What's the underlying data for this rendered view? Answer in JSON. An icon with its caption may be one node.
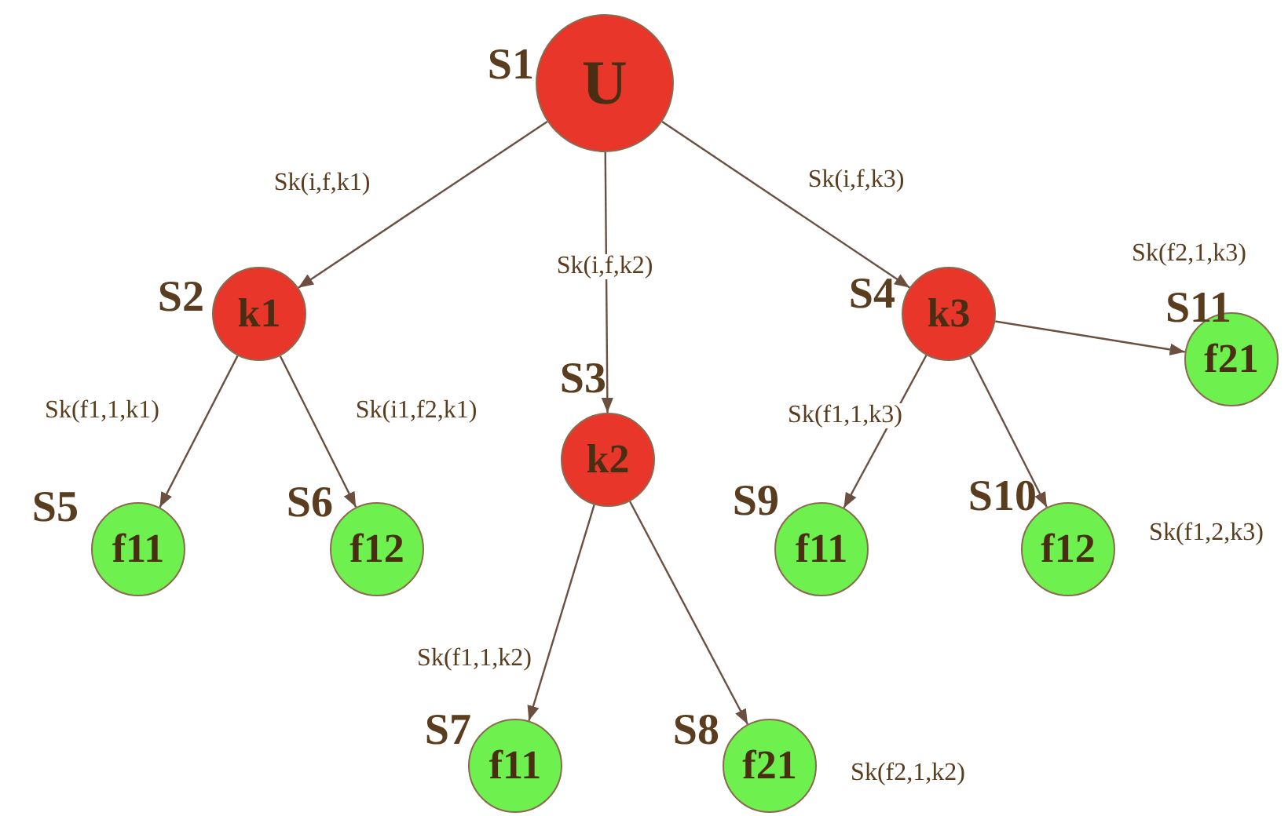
{
  "diagram": {
    "nodes": [
      {
        "text": [
          "U"
        ],
        "beside": [
          "S1"
        ]
      },
      {
        "text": [
          "k1"
        ],
        "beside": [
          "S2"
        ]
      },
      {
        "text": [
          "k2"
        ],
        "beside": [
          "S3"
        ]
      },
      {
        "text": [
          "k3"
        ],
        "beside": [
          "S4"
        ]
      },
      {
        "text": [
          "f11"
        ],
        "beside": [
          "S5"
        ]
      },
      {
        "text": [
          "f12"
        ],
        "beside": [
          "S6"
        ]
      },
      {
        "text": [
          "f11"
        ],
        "beside": [
          "S7"
        ]
      },
      {
        "text": [
          "f21"
        ],
        "beside": [
          "S8"
        ]
      },
      {
        "text": [
          "f11"
        ],
        "beside": [
          "S9"
        ]
      },
      {
        "text": [
          "f12"
        ],
        "beside": [
          "S10"
        ]
      },
      {
        "text": [
          "f21"
        ],
        "beside": [
          "S11"
        ]
      }
    ],
    "edges": [
      {
        "from": 0,
        "to": 1,
        "arrow": "to",
        "label": "Sk(i,f,k1)"
      },
      {
        "from": 0,
        "to": 2,
        "arrow": "to",
        "label": "Sk(i,f,k2)"
      },
      {
        "from": 0,
        "to": 3,
        "arrow": "to",
        "label": "Sk(i,f,k3)"
      },
      {
        "from": 1,
        "to": 4,
        "arrow": "to",
        "label": "Sk(f1,1,k1)"
      },
      {
        "from": 1,
        "to": 5,
        "arrow": "to",
        "label": "Sk(i1,f2,k1)"
      },
      {
        "from": 2,
        "to": 6,
        "arrow": "to",
        "label": "Sk(f1,1,k2)"
      },
      {
        "from": 2,
        "to": 7,
        "arrow": "to",
        "label": "Sk(f2,1,k2)"
      },
      {
        "from": 3,
        "to": 8,
        "arrow": "to",
        "label": "Sk(f1,1,k3)"
      },
      {
        "from": 3,
        "to": 9,
        "arrow": "to",
        "label": "Sk(f1,2,k3)"
      },
      {
        "from": 3,
        "to": 10,
        "arrow": "to",
        "label": "Sk(f2,1,k3)"
      }
    ]
  }
}
